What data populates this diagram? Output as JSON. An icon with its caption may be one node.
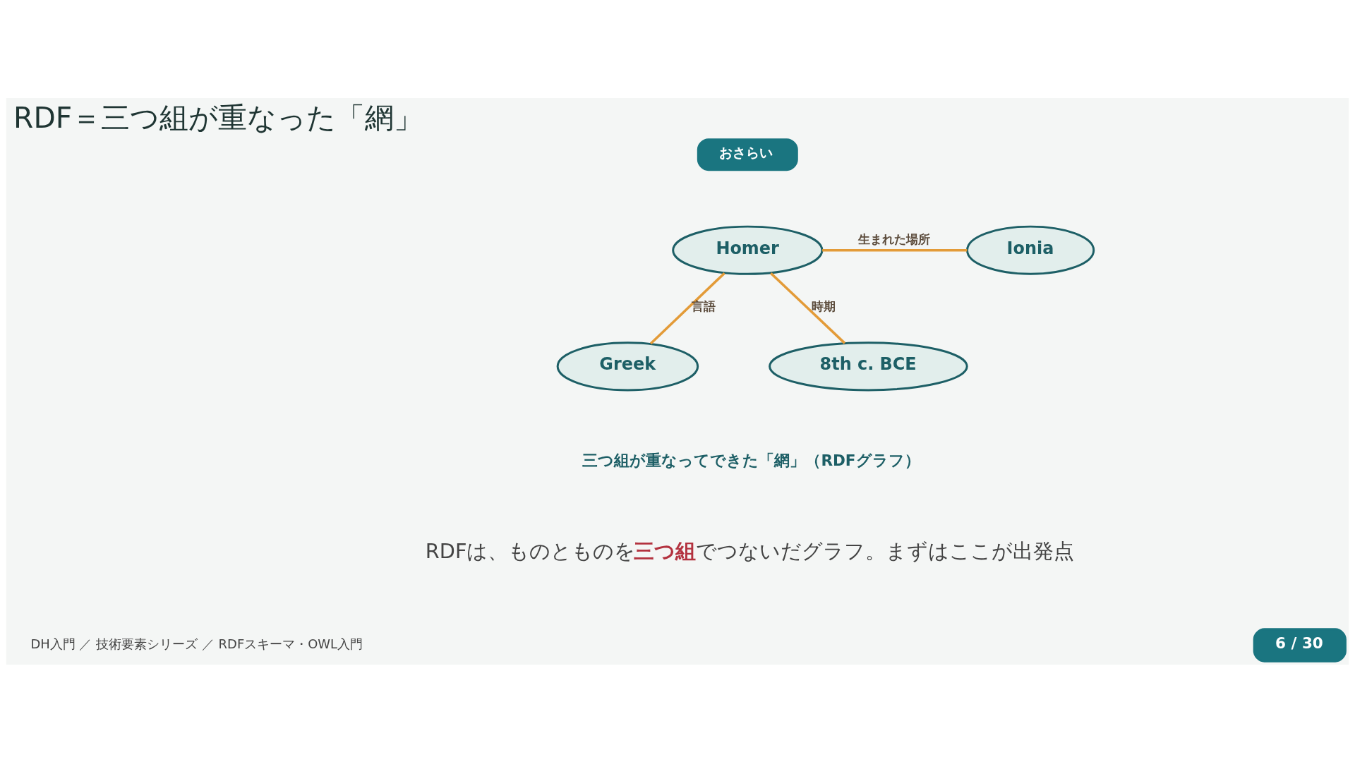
{
  "diagram": {
    "title": "RDF＝三つ組が重なった「網」",
    "caption": "三つ組が重なってできた「網」（RDFグラフ）",
    "nodes": [
      {
        "text": [
          "Homer"
        ]
      },
      {
        "text": [
          "Ionia"
        ]
      },
      {
        "text": [
          "Greek"
        ]
      },
      {
        "text": [
          "8th c. BCE"
        ]
      }
    ],
    "edges": [
      {
        "from": 0,
        "to": 1,
        "arrow": "none",
        "label": "生まれた場所"
      },
      {
        "from": 0,
        "to": 2,
        "arrow": "none",
        "label": "言語"
      },
      {
        "from": 0,
        "to": 3,
        "arrow": "none",
        "label": "時期"
      }
    ],
    "labels": [
      "おさらい",
      "RDFは、ものとものを**三つ組**でつないだグラフ。まずはここが出発点",
      "DH入門 ／ 技術要素シリーズ ／ RDFスキーマ・OWL入門",
      "6 / 30"
    ]
  }
}
